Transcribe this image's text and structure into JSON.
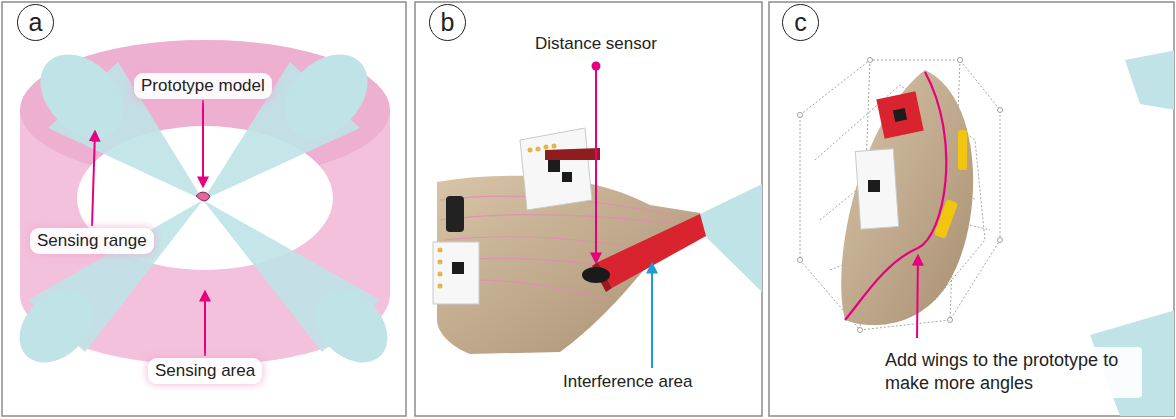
{
  "diagram": {
    "nodes": [
      {
        "text": [
          "a"
        ]
      },
      {
        "text": [
          "b"
        ]
      },
      {
        "text": [
          "c"
        ]
      }
    ],
    "labels": [
      "Prototype model",
      "Sensing range",
      "Sensing area",
      "Distance sensor",
      "Interference area",
      "Add wings to the prototype to make more angles"
    ]
  }
}
